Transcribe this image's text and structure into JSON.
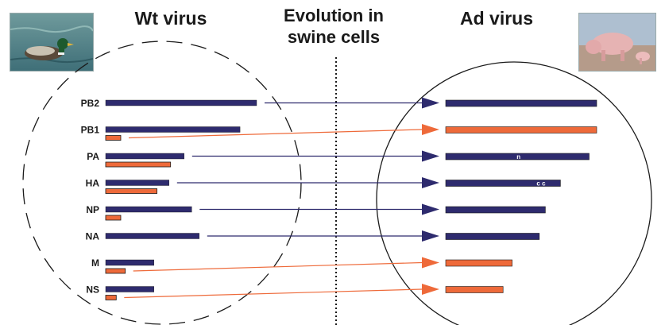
{
  "headings": {
    "wt": "Wt virus",
    "evolution_line1": "Evolution in",
    "evolution_line2": "swine cells",
    "ad": "Ad virus"
  },
  "colors": {
    "navy": "#2e2b6e",
    "orange": "#ee6a3a",
    "outline": "#1a1a1a"
  },
  "segments": [
    {
      "name": "PB2",
      "wt": [
        {
          "c": "navy",
          "v": 1.0
        }
      ],
      "ad": {
        "c": "navy",
        "v": 1.0
      }
    },
    {
      "name": "PB1",
      "wt": [
        {
          "c": "navy",
          "v": 0.89
        },
        {
          "c": "orange",
          "v": 0.1
        }
      ],
      "ad": {
        "c": "orange",
        "v": 1.0
      }
    },
    {
      "name": "PA",
      "wt": [
        {
          "c": "navy",
          "v": 0.52
        },
        {
          "c": "orange",
          "v": 0.43
        }
      ],
      "ad": {
        "c": "navy",
        "v": 0.95,
        "mark": "n"
      }
    },
    {
      "name": "HA",
      "wt": [
        {
          "c": "navy",
          "v": 0.42
        },
        {
          "c": "orange",
          "v": 0.34
        }
      ],
      "ad": {
        "c": "navy",
        "v": 0.76,
        "mark": "c c"
      }
    },
    {
      "name": "NP",
      "wt": [
        {
          "c": "navy",
          "v": 0.57
        },
        {
          "c": "orange",
          "v": 0.1
        }
      ],
      "ad": {
        "c": "navy",
        "v": 0.66
      }
    },
    {
      "name": "NA",
      "wt": [
        {
          "c": "navy",
          "v": 0.62
        }
      ],
      "ad": {
        "c": "navy",
        "v": 0.62
      }
    },
    {
      "name": "M",
      "wt": [
        {
          "c": "navy",
          "v": 0.32
        },
        {
          "c": "orange",
          "v": 0.13
        }
      ],
      "ad": {
        "c": "orange",
        "v": 0.44
      }
    },
    {
      "name": "NS",
      "wt": [
        {
          "c": "navy",
          "v": 0.32
        },
        {
          "c": "orange",
          "v": 0.07
        }
      ],
      "ad": {
        "c": "orange",
        "v": 0.38
      }
    }
  ],
  "images": {
    "left": "duck-photo",
    "right": "pig-photo"
  }
}
